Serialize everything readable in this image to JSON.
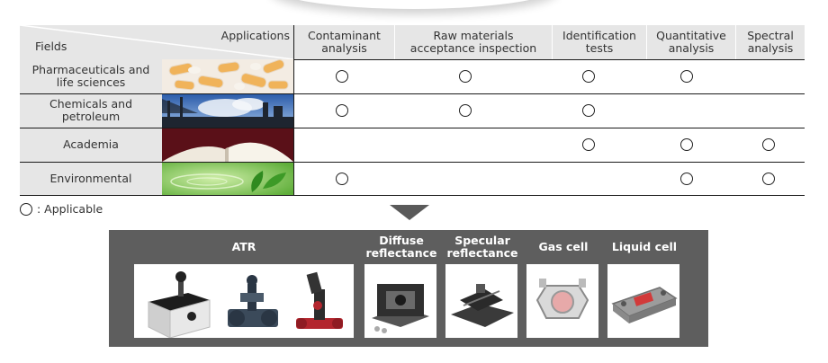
{
  "table": {
    "corner": {
      "applications_label": "Applications",
      "fields_label": "Fields"
    },
    "columns": [
      {
        "id": "contaminant",
        "label": "Contaminant analysis"
      },
      {
        "id": "raw",
        "label": "Raw materials acceptance inspection"
      },
      {
        "id": "identification",
        "label": "Identification tests"
      },
      {
        "id": "quantitative",
        "label": "Quantitative analysis"
      },
      {
        "id": "spectral",
        "label": "Spectral analysis"
      }
    ],
    "rows": [
      {
        "field": "Pharmaceuticals and life sciences",
        "photo": "pills-photo",
        "marks": [
          true,
          true,
          true,
          true,
          false
        ]
      },
      {
        "field": "Chemicals and petroleum",
        "photo": "industrial-plant-photo",
        "marks": [
          true,
          true,
          true,
          false,
          false
        ]
      },
      {
        "field": "Academia",
        "photo": "open-book-photo",
        "marks": [
          false,
          false,
          true,
          true,
          true
        ]
      },
      {
        "field": "Environmental",
        "photo": "green-leaves-photo",
        "marks": [
          true,
          false,
          false,
          true,
          true
        ]
      }
    ]
  },
  "legend": {
    "symbol": "circle",
    "label": ": Applicable"
  },
  "accessories": {
    "panel_color": "#5e5e5e",
    "groups": [
      {
        "title": "ATR",
        "items": [
          "atr-single-reflection-icon",
          "atr-diamond-icon",
          "atr-red-stage-icon"
        ]
      },
      {
        "title": "Diffuse reflectance",
        "items": [
          "diffuse-reflectance-icon"
        ]
      },
      {
        "title": "Specular reflectance",
        "items": [
          "specular-reflectance-icon"
        ]
      },
      {
        "title": "Gas cell",
        "items": [
          "gas-cell-icon"
        ]
      },
      {
        "title": "Liquid cell",
        "items": [
          "liquid-cell-icon"
        ]
      }
    ]
  },
  "colors": {
    "header_bg": "#e6e6e6",
    "row_line": "#1a1a1a",
    "arrow": "#5a5a5a"
  }
}
